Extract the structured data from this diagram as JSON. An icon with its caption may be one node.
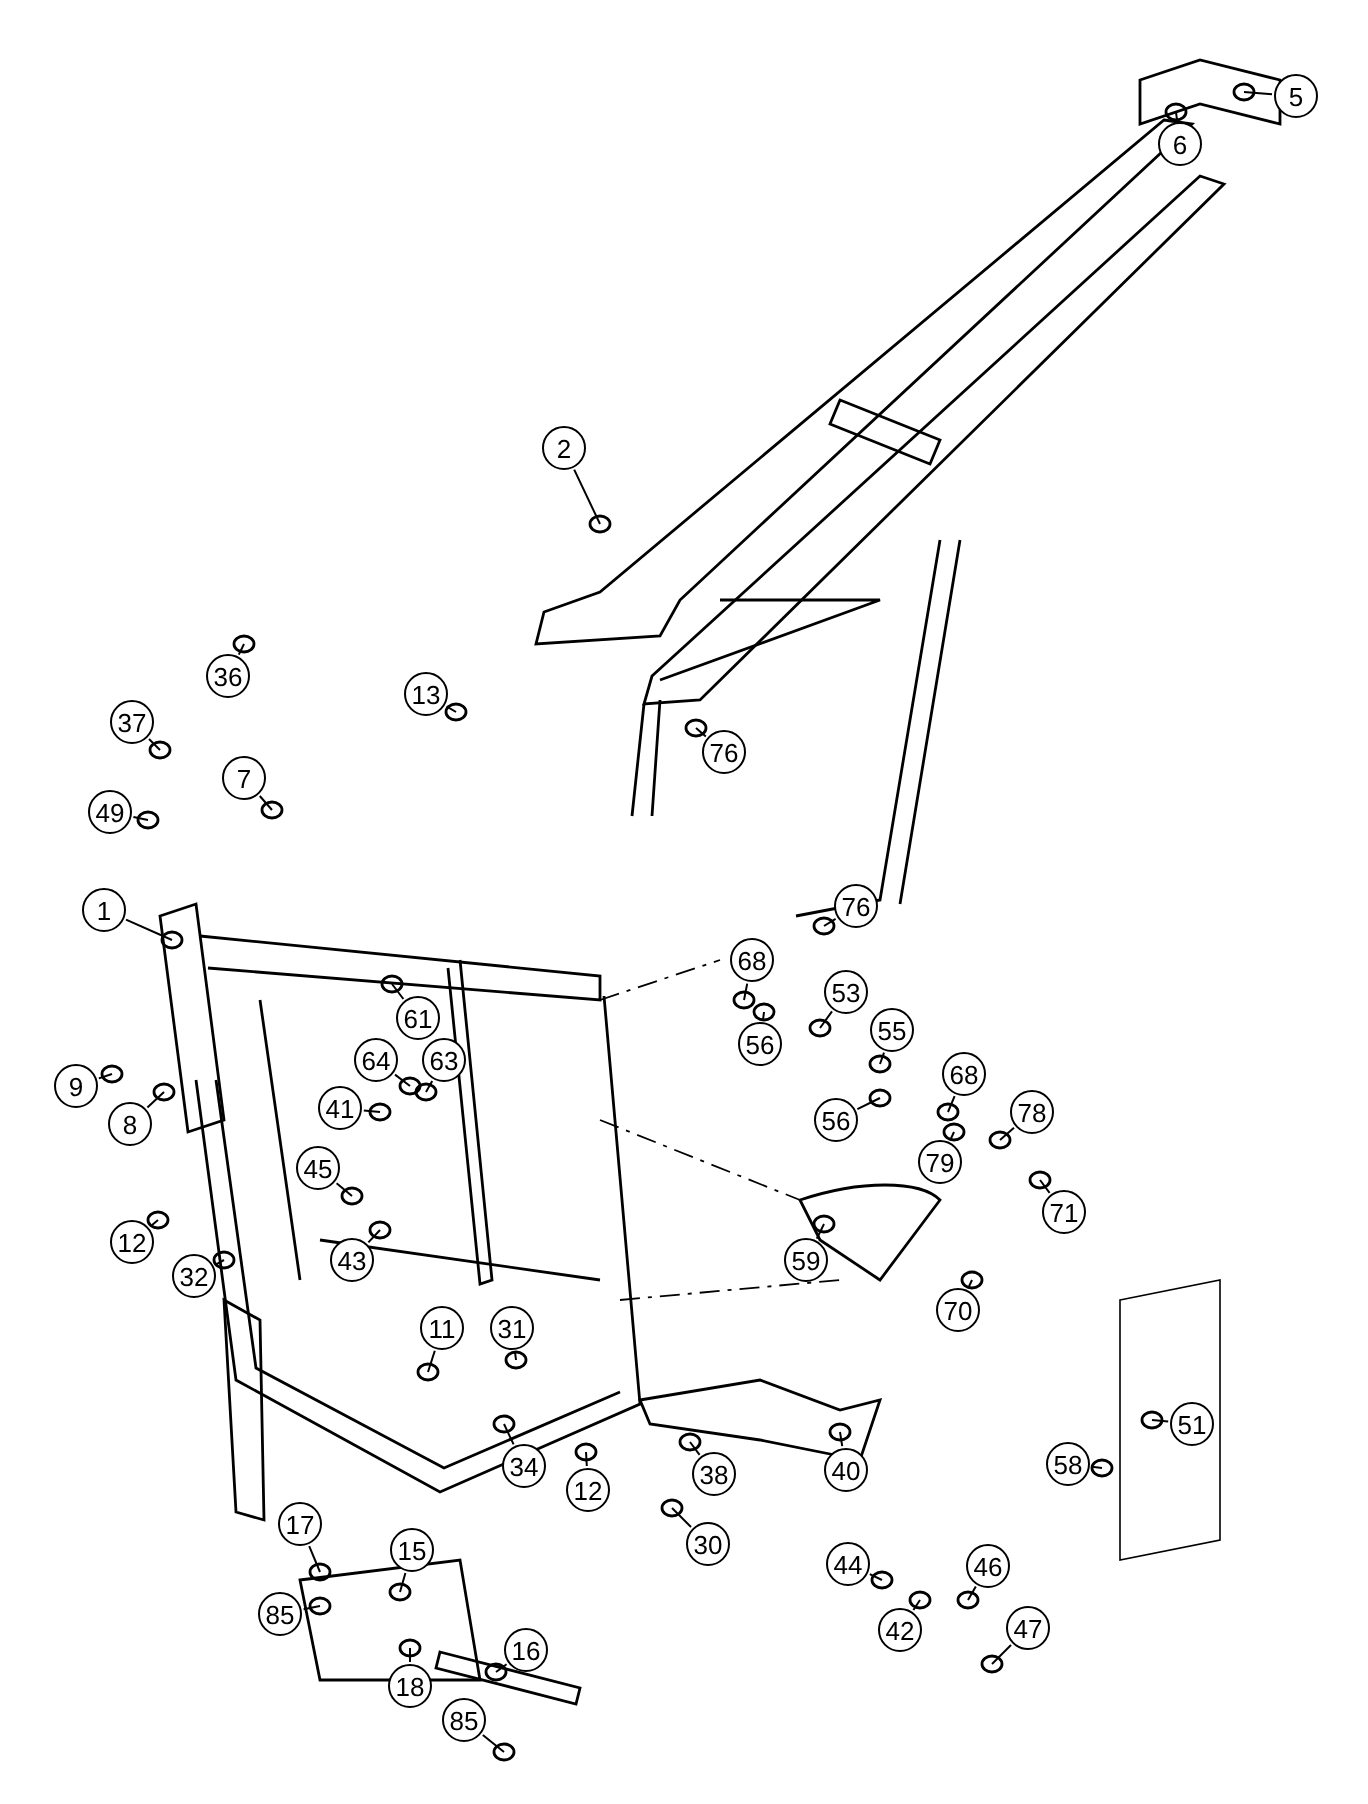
{
  "diagram": {
    "nodes": [
      {
        "text": [
          "5"
        ]
      },
      {
        "text": [
          "6"
        ]
      },
      {
        "text": [
          "2"
        ]
      },
      {
        "text": [
          "36"
        ]
      },
      {
        "text": [
          "13"
        ]
      },
      {
        "text": [
          "37"
        ]
      },
      {
        "text": [
          "7"
        ]
      },
      {
        "text": [
          "76"
        ]
      },
      {
        "text": [
          "49"
        ]
      },
      {
        "text": [
          "1"
        ]
      },
      {
        "text": [
          "76"
        ]
      },
      {
        "text": [
          "68"
        ]
      },
      {
        "text": [
          "53"
        ]
      },
      {
        "text": [
          "61"
        ]
      },
      {
        "text": [
          "64"
        ]
      },
      {
        "text": [
          "63"
        ]
      },
      {
        "text": [
          "56"
        ]
      },
      {
        "text": [
          "55"
        ]
      },
      {
        "text": [
          "9"
        ]
      },
      {
        "text": [
          "8"
        ]
      },
      {
        "text": [
          "41"
        ]
      },
      {
        "text": [
          "56"
        ]
      },
      {
        "text": [
          "68"
        ]
      },
      {
        "text": [
          "78"
        ]
      },
      {
        "text": [
          "79"
        ]
      },
      {
        "text": [
          "71"
        ]
      },
      {
        "text": [
          "45"
        ]
      },
      {
        "text": [
          "12"
        ]
      },
      {
        "text": [
          "43"
        ]
      },
      {
        "text": [
          "59"
        ]
      },
      {
        "text": [
          "70"
        ]
      },
      {
        "text": [
          "32"
        ]
      },
      {
        "text": [
          "11"
        ]
      },
      {
        "text": [
          "31"
        ]
      },
      {
        "text": [
          "51"
        ]
      },
      {
        "text": [
          "58"
        ]
      },
      {
        "text": [
          "34"
        ]
      },
      {
        "text": [
          "12"
        ]
      },
      {
        "text": [
          "38"
        ]
      },
      {
        "text": [
          "40"
        ]
      },
      {
        "text": [
          "17"
        ]
      },
      {
        "text": [
          "15"
        ]
      },
      {
        "text": [
          "30"
        ]
      },
      {
        "text": [
          "44"
        ]
      },
      {
        "text": [
          "46"
        ]
      },
      {
        "text": [
          "85"
        ]
      },
      {
        "text": [
          "42"
        ]
      },
      {
        "text": [
          "47"
        ]
      },
      {
        "text": [
          "18"
        ]
      },
      {
        "text": [
          "16"
        ]
      },
      {
        "text": [
          "85"
        ]
      }
    ],
    "edges": [
      {
        "from": 0,
        "to": null,
        "arrow": "none"
      },
      {
        "from": 1,
        "to": null,
        "arrow": "none"
      },
      {
        "from": 2,
        "to": null,
        "arrow": "none"
      },
      {
        "from": 3,
        "to": null,
        "arrow": "none"
      },
      {
        "from": 4,
        "to": null,
        "arrow": "none"
      },
      {
        "from": 5,
        "to": null,
        "arrow": "none"
      },
      {
        "from": 6,
        "to": null,
        "arrow": "none"
      },
      {
        "from": 7,
        "to": null,
        "arrow": "none"
      },
      {
        "from": 8,
        "to": null,
        "arrow": "none"
      },
      {
        "from": 9,
        "to": null,
        "arrow": "none"
      },
      {
        "from": 10,
        "to": null,
        "arrow": "none"
      },
      {
        "from": 11,
        "to": null,
        "arrow": "none"
      },
      {
        "from": 12,
        "to": null,
        "arrow": "none"
      },
      {
        "from": 13,
        "to": null,
        "arrow": "none"
      },
      {
        "from": 14,
        "to": null,
        "arrow": "none"
      },
      {
        "from": 15,
        "to": null,
        "arrow": "none"
      },
      {
        "from": 16,
        "to": null,
        "arrow": "none"
      },
      {
        "from": 17,
        "to": null,
        "arrow": "none"
      },
      {
        "from": 18,
        "to": null,
        "arrow": "none"
      },
      {
        "from": 19,
        "to": null,
        "arrow": "none"
      },
      {
        "from": 20,
        "to": null,
        "arrow": "none"
      },
      {
        "from": 21,
        "to": null,
        "arrow": "none"
      },
      {
        "from": 22,
        "to": null,
        "arrow": "none"
      },
      {
        "from": 23,
        "to": null,
        "arrow": "none"
      },
      {
        "from": 24,
        "to": null,
        "arrow": "none"
      },
      {
        "from": 25,
        "to": null,
        "arrow": "none"
      },
      {
        "from": 26,
        "to": null,
        "arrow": "none"
      },
      {
        "from": 27,
        "to": null,
        "arrow": "none"
      },
      {
        "from": 28,
        "to": null,
        "arrow": "none"
      },
      {
        "from": 29,
        "to": null,
        "arrow": "none"
      },
      {
        "from": 30,
        "to": null,
        "arrow": "none"
      },
      {
        "from": 31,
        "to": null,
        "arrow": "none"
      },
      {
        "from": 32,
        "to": null,
        "arrow": "none"
      },
      {
        "from": 33,
        "to": null,
        "arrow": "none"
      },
      {
        "from": 34,
        "to": null,
        "arrow": "none"
      },
      {
        "from": 35,
        "to": null,
        "arrow": "none"
      },
      {
        "from": 36,
        "to": null,
        "arrow": "none"
      },
      {
        "from": 37,
        "to": null,
        "arrow": "none"
      },
      {
        "from": 38,
        "to": null,
        "arrow": "none"
      },
      {
        "from": 39,
        "to": null,
        "arrow": "none"
      },
      {
        "from": 40,
        "to": null,
        "arrow": "none"
      },
      {
        "from": 41,
        "to": null,
        "arrow": "none"
      },
      {
        "from": 42,
        "to": null,
        "arrow": "none"
      },
      {
        "from": 43,
        "to": null,
        "arrow": "none"
      },
      {
        "from": 44,
        "to": null,
        "arrow": "none"
      },
      {
        "from": 45,
        "to": null,
        "arrow": "none"
      },
      {
        "from": 46,
        "to": null,
        "arrow": "none"
      },
      {
        "from": 47,
        "to": null,
        "arrow": "none"
      },
      {
        "from": 48,
        "to": null,
        "arrow": "none"
      },
      {
        "from": 49,
        "to": null,
        "arrow": "none"
      },
      {
        "from": 50,
        "to": null,
        "arrow": "none"
      }
    ]
  }
}
